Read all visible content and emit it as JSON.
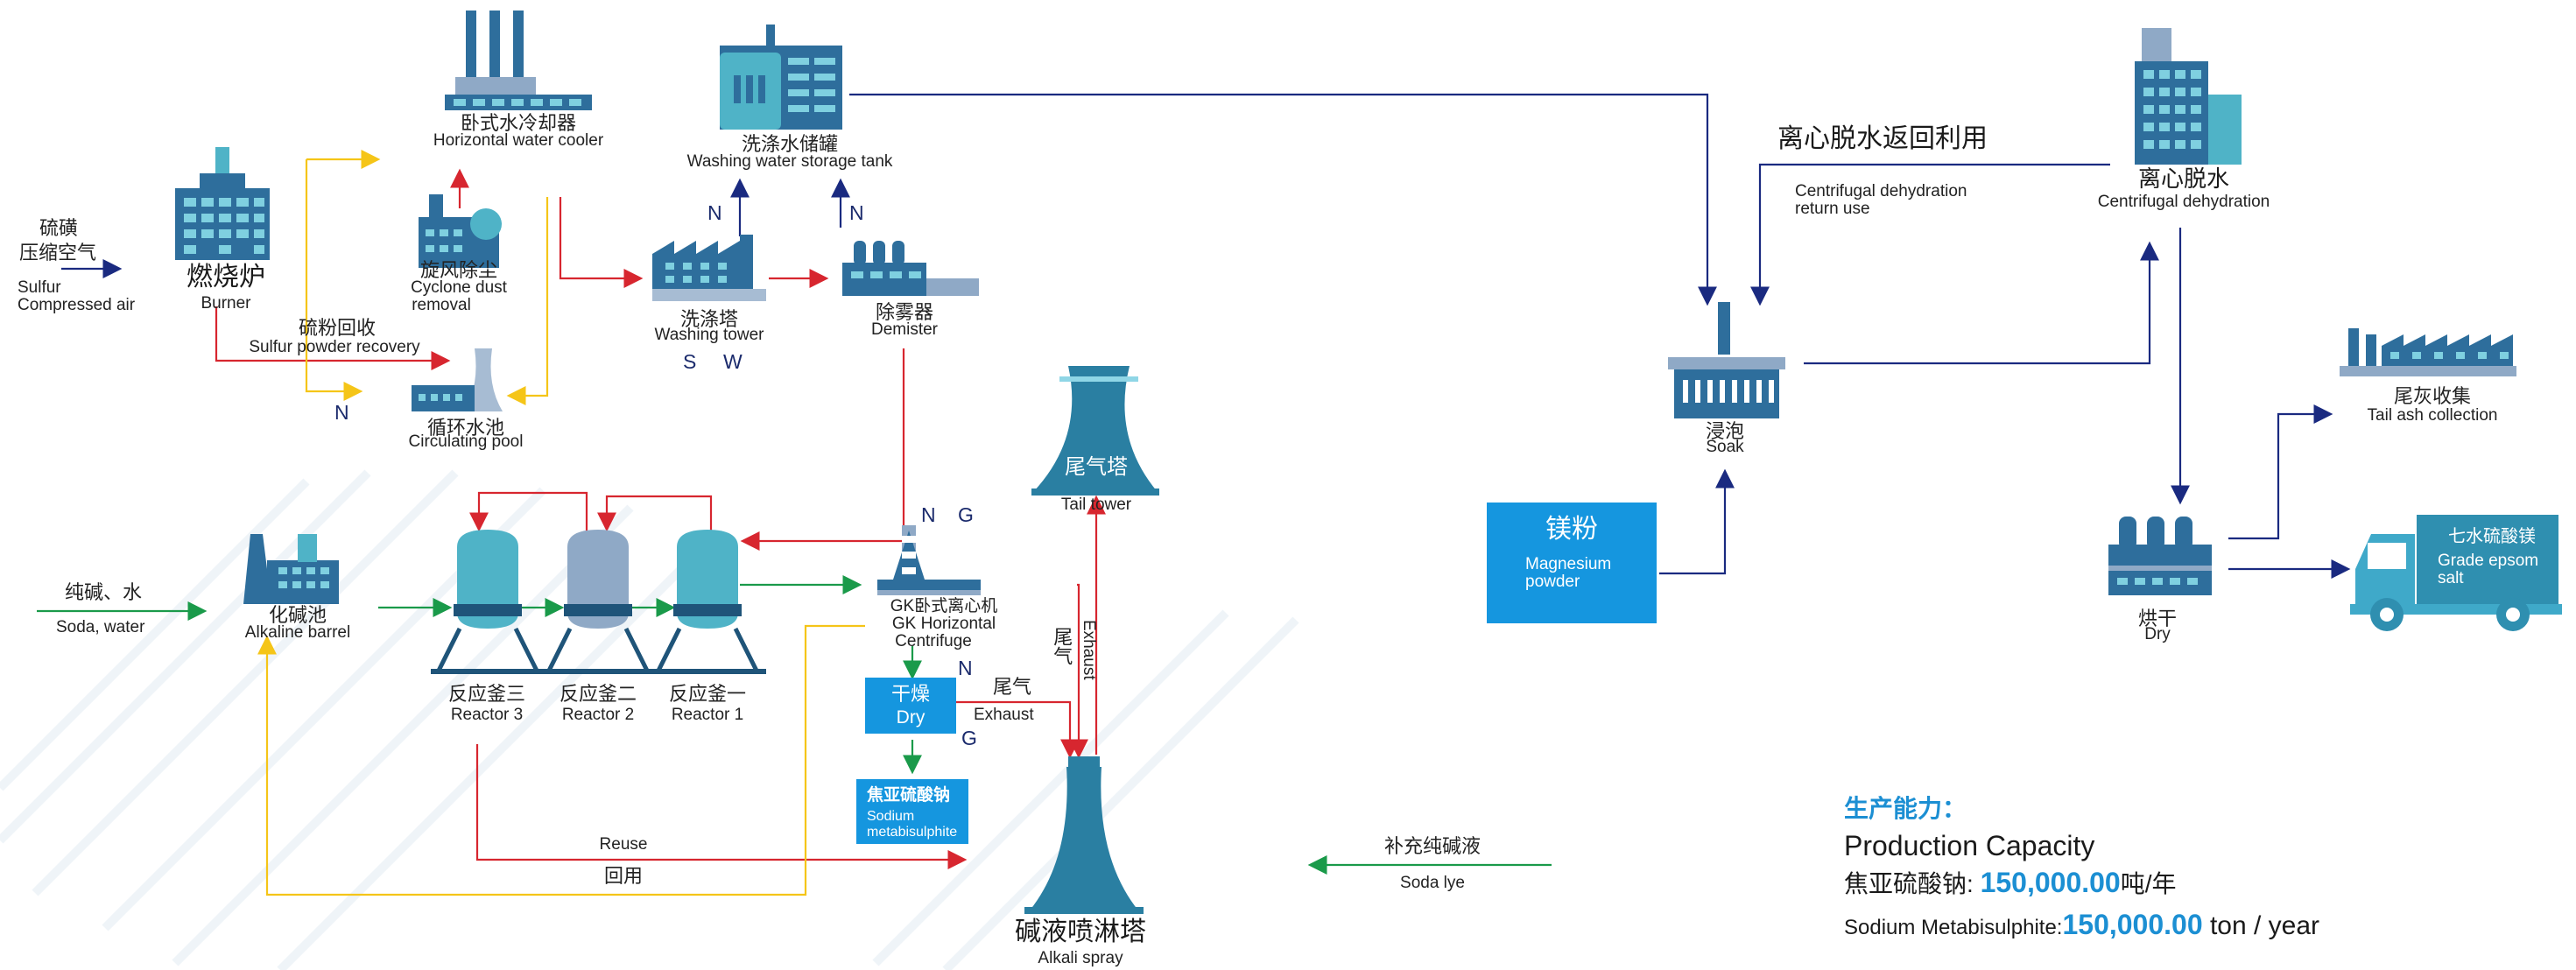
{
  "colors": {
    "facility": "#2e6e9c",
    "facility_light": "#4fb3c7",
    "tower": "#2a7fa2",
    "arrow_red": "#d7262f",
    "arrow_yellow": "#f5c518",
    "arrow_green": "#1a9a4a",
    "arrow_navy": "#1a2a80",
    "box_blue": "#1596df",
    "capacity_blue": "#1c8fd3"
  },
  "labels": {
    "sulfur_zh": "硫磺",
    "compressed_air_zh": "压缩空气",
    "sulfur_en": "Sulfur",
    "compressed_air_en": "Compressed air",
    "burner_zh": "燃烧炉",
    "burner_en": "Burner",
    "cooler_zh": "卧式水冷却器",
    "cooler_en": "Horizontal water cooler",
    "cyclone_zh": "旋风除尘",
    "cyclone_en_1": "Cyclone dust",
    "cyclone_en_2": "removal",
    "sulfur_powder_zh": "硫粉回收",
    "sulfur_powder_en": "Sulfur powder recovery",
    "n_mark_1": "N",
    "circ_pool_zh": "循环水池",
    "circ_pool_en": "Circulating pool",
    "wash_tank_zh": "洗涤水储罐",
    "wash_tank_en": "Washing water storage tank",
    "n_mark_2": "N",
    "n_mark_3": "N",
    "wash_tower_zh": "洗涤塔",
    "wash_tower_en": "Washing tower",
    "s_mark": "S",
    "w_mark": "W",
    "demister_zh": "除雾器",
    "demister_en": "Demister",
    "tail_tower_zh": "尾气塔",
    "tail_tower_en": "Tail tower",
    "soda_water_zh": "纯碱、水",
    "soda_water_en": "Soda, water",
    "alk_barrel_zh": "化碱池",
    "alk_barrel_en": "Alkaline barrel",
    "r3_zh": "反应釜三",
    "r3_en": "Reactor 3",
    "r2_zh": "反应釜二",
    "r2_en": "Reactor 2",
    "r1_zh": "反应釜一",
    "r1_en": "Reactor 1",
    "n_mark_4": "N",
    "g_mark_1": "G",
    "gk_zh": "GK卧式离心机",
    "gk_en_1": "GK Horizontal",
    "gk_en_2": "Centrifuge",
    "n_mark_5": "N",
    "g_mark_2": "G",
    "dry_box_zh": "干燥",
    "dry_box_en": "Dry",
    "exhaust_zh_1": "尾气",
    "exhaust_en_1": "Exhaust",
    "exhaust_zh_2": "尾气",
    "exhaust_en_2": "Exhaust",
    "smbs_zh": "焦亚硫酸钠",
    "smbs_en_1": "Sodium",
    "smbs_en_2": "metabisulphite",
    "reuse_en": "Reuse",
    "reuse_zh": "回用",
    "alkali_spray_zh": "碱液喷淋塔",
    "alkali_spray_en": "Alkali spray",
    "soda_lye_zh": "补充纯碱液",
    "soda_lye_en": "Soda lye",
    "centrifugal_return_zh": "离心脱水返回利用",
    "centrifugal_return_en_1": "Centrifugal dehydration",
    "centrifugal_return_en_2": "return use",
    "centrifugal_zh": "离心脱水",
    "centrifugal_en": "Centrifugal dehydration",
    "soak_zh": "浸泡",
    "soak_en": "Soak",
    "magnesium_zh": "镁粉",
    "magnesium_en_1": "Magnesium",
    "magnesium_en_2": "powder",
    "tail_ash_zh": "尾灰收集",
    "tail_ash_en": "Tail ash collection",
    "dry2_zh": "烘干",
    "dry2_en": "Dry",
    "epsom_zh": "七水硫酸镁",
    "epsom_en_1": "Grade epsom",
    "epsom_en_2": "salt"
  },
  "capacity": {
    "title_zh": "生产能力：",
    "title_en": "Production Capacity",
    "line1_label": "焦亚硫酸钠:",
    "line1_value": "150,000.00",
    "line1_unit": "吨/年",
    "line2_label": "Sodium Metabisulphite:",
    "line2_value": "150,000.00",
    "line2_unit": " ton / year"
  },
  "icons": {
    "burner": "factory-building-icon",
    "cooler": "factory-chimneys-icon",
    "cyclone": "cyclone-dust-icon",
    "circulating_pool": "cooling-tower-icon",
    "wash_tank": "storage-tank-icon",
    "wash_tower": "factory-icon",
    "demister": "demister-icon",
    "tail_tower": "tail-tower-icon",
    "alkaline_barrel": "factory-building-icon",
    "reactor": "reactor-vessel-icon",
    "centrifuge": "centrifuge-icon",
    "alkali_spray": "spray-tower-icon",
    "centrifugal": "building-icon",
    "soak": "soak-plant-icon",
    "tail_ash": "factory-line-icon",
    "dryer": "dryer-icon",
    "truck": "truck-icon"
  }
}
